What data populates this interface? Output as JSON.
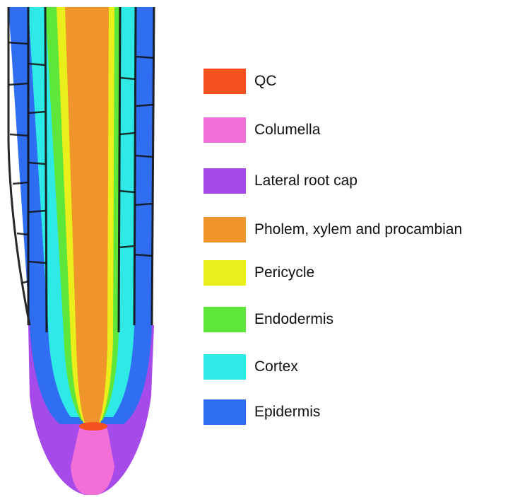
{
  "legend": {
    "items": [
      {
        "label": "QC",
        "color": "#f4511e"
      },
      {
        "label": "Columella",
        "color": "#f36fd8"
      },
      {
        "label": "Lateral root cap",
        "color": "#a64bea"
      },
      {
        "label": "Pholem, xylem and procambian",
        "color": "#f0952c"
      },
      {
        "label": "Pericycle",
        "color": "#eaee1a"
      },
      {
        "label": "Endodermis",
        "color": "#5ee63a"
      },
      {
        "label": "Cortex",
        "color": "#2fe9e6"
      },
      {
        "label": "Epidermis",
        "color": "#2f6ef1"
      }
    ]
  },
  "figure": {
    "subject": "root-tip-cell-types",
    "outline_color": "#111111"
  }
}
